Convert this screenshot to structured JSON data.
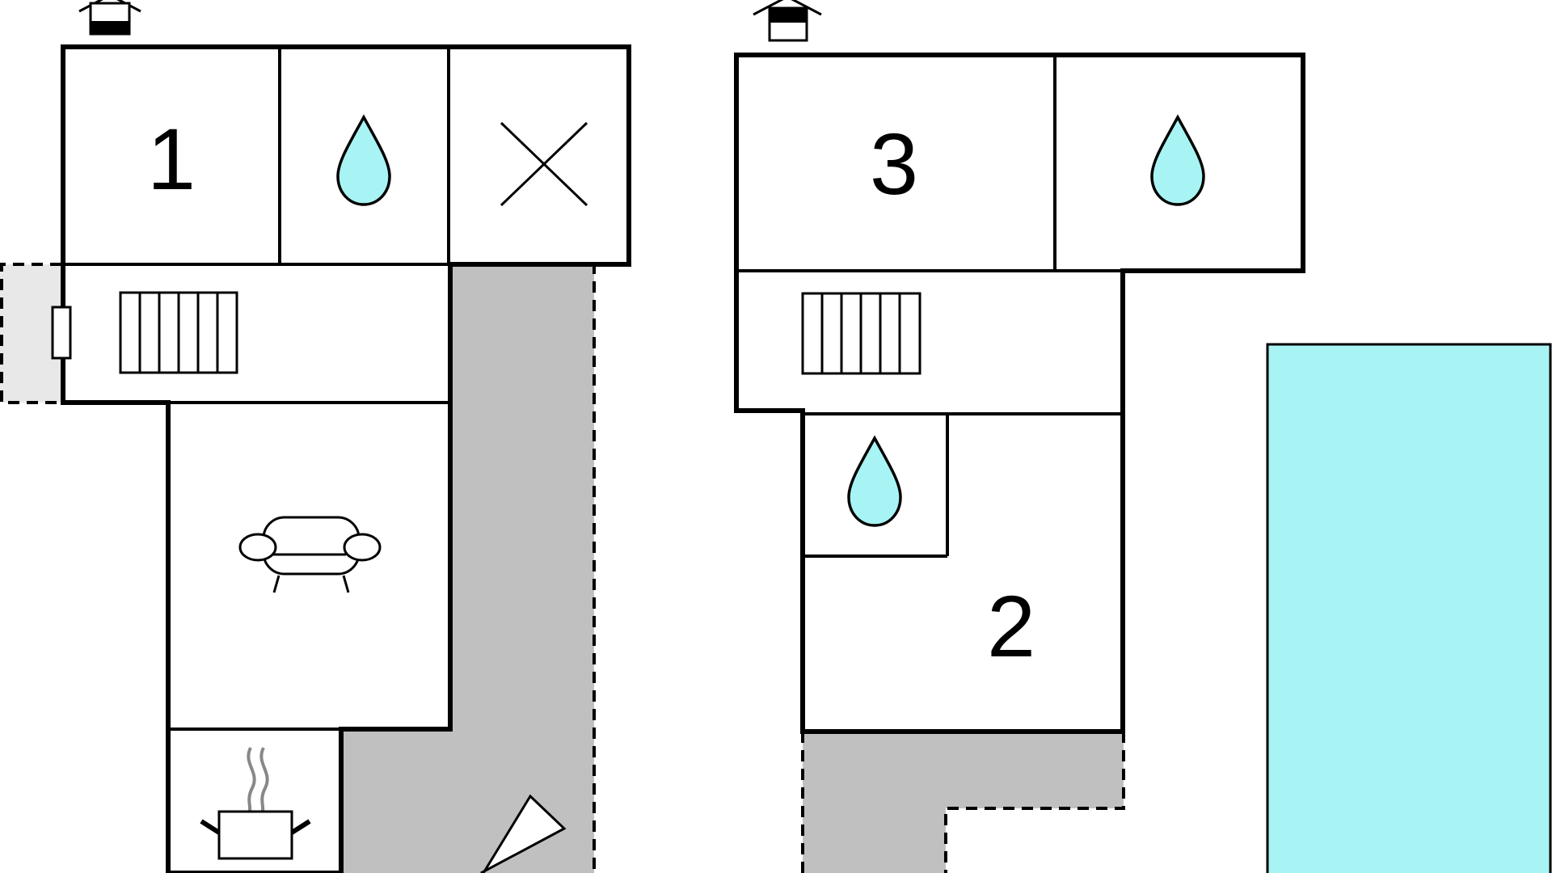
{
  "floors": [
    {
      "name": "ground-floor",
      "rooms": [
        {
          "label": "1",
          "type": "bedroom"
        },
        {
          "type": "bathroom",
          "icon": "water-drop-icon"
        },
        {
          "type": "utility",
          "icon": "cross-icon"
        },
        {
          "type": "staircase",
          "icon": "stairs-icon"
        },
        {
          "type": "living-room",
          "icon": "sofa-icon"
        },
        {
          "type": "kitchen",
          "icon": "cooking-pot-icon"
        }
      ],
      "outdoor": [
        "terrace",
        "dashed-balcony"
      ]
    },
    {
      "name": "upper-floor",
      "rooms": [
        {
          "label": "3",
          "type": "bedroom"
        },
        {
          "type": "bathroom",
          "icon": "water-drop-icon"
        },
        {
          "type": "staircase",
          "icon": "stairs-icon"
        },
        {
          "type": "bathroom",
          "icon": "water-drop-icon"
        },
        {
          "label": "2",
          "type": "bedroom"
        }
      ],
      "outdoor": [
        "terrace",
        "pool"
      ]
    }
  ],
  "labels": {
    "room1": "1",
    "room2": "2",
    "room3": "3"
  },
  "colors": {
    "water": "#a8f4f4",
    "terrace": "#c0c0c0",
    "balcony": "#e8e8e8",
    "wall": "#000000"
  }
}
